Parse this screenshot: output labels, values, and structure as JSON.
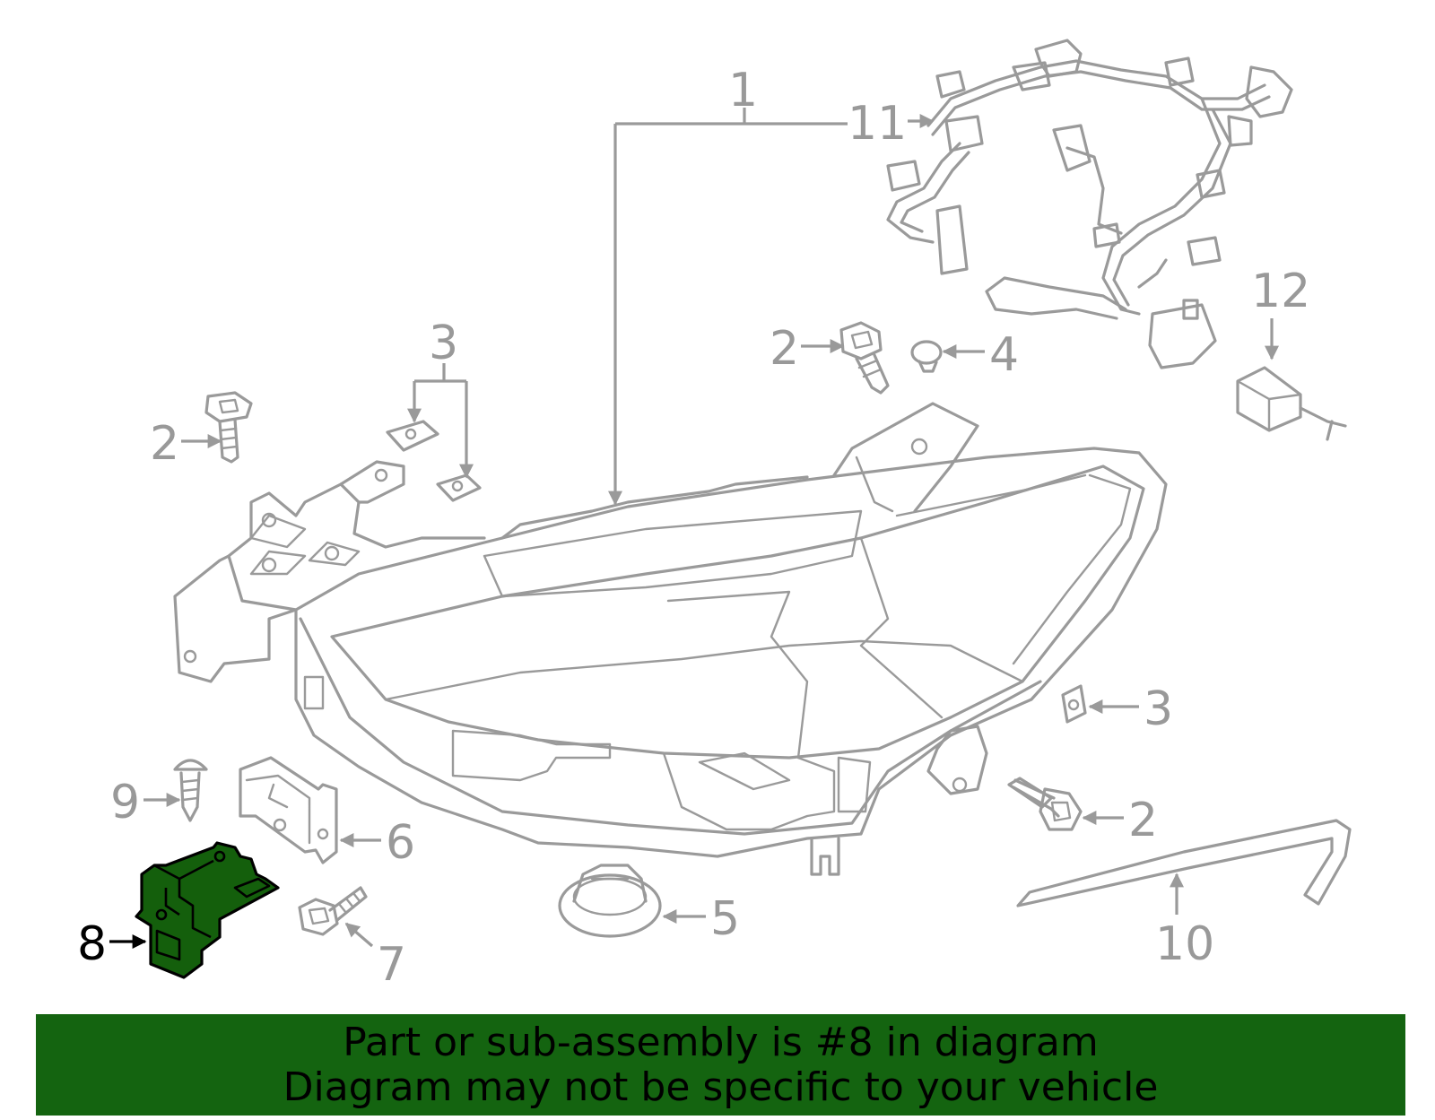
{
  "callouts": [
    {
      "number": "1",
      "name": "headlamp-assembly"
    },
    {
      "number": "2",
      "name": "bolt"
    },
    {
      "number": "3",
      "name": "clip"
    },
    {
      "number": "4",
      "name": "grommet"
    },
    {
      "number": "5",
      "name": "cap"
    },
    {
      "number": "6",
      "name": "bracket"
    },
    {
      "number": "7",
      "name": "bolt"
    },
    {
      "number": "8",
      "name": "control-module"
    },
    {
      "number": "9",
      "name": "screw"
    },
    {
      "number": "10",
      "name": "trim-strip"
    },
    {
      "number": "11",
      "name": "wiring-harness"
    },
    {
      "number": "12",
      "name": "sensor"
    }
  ],
  "highlighted_callout": "8",
  "colors": {
    "highlight_fill": "#145f0c",
    "banner_background": "#146410",
    "line_art": "#9a9a9a",
    "highlight_label": "#000000"
  },
  "banner": {
    "line1": "Part or sub-assembly is #8 in diagram",
    "line2": "Diagram may not be specific to your vehicle"
  }
}
